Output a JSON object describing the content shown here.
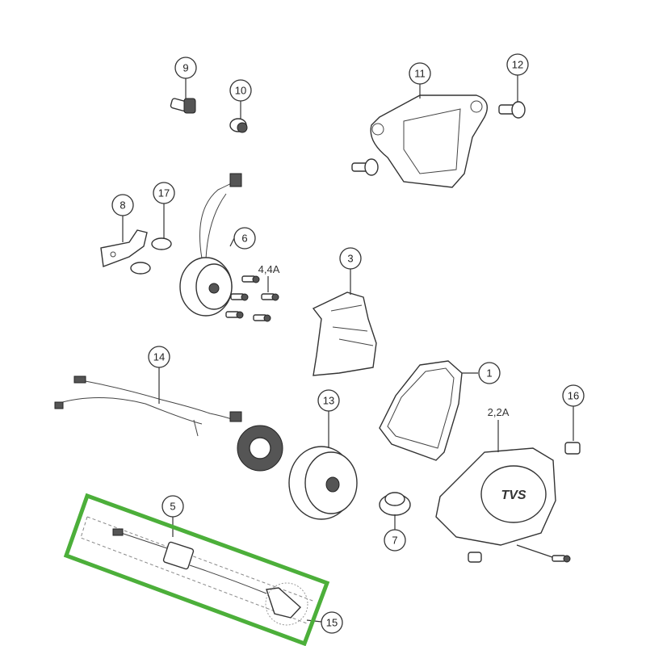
{
  "diagram": {
    "callouts": {
      "c1": "1",
      "c2": "2,2A",
      "c3": "3",
      "c4": "4,4A",
      "c5": "5",
      "c6": "6",
      "c7": "7",
      "c8": "8",
      "c9": "9",
      "c10": "10",
      "c11": "11",
      "c12": "12",
      "c13": "13",
      "c14": "14",
      "c15": "15",
      "c16": "16",
      "c17": "17"
    },
    "cover_logo": "TVS",
    "highlight_color": "#4caf3a"
  }
}
